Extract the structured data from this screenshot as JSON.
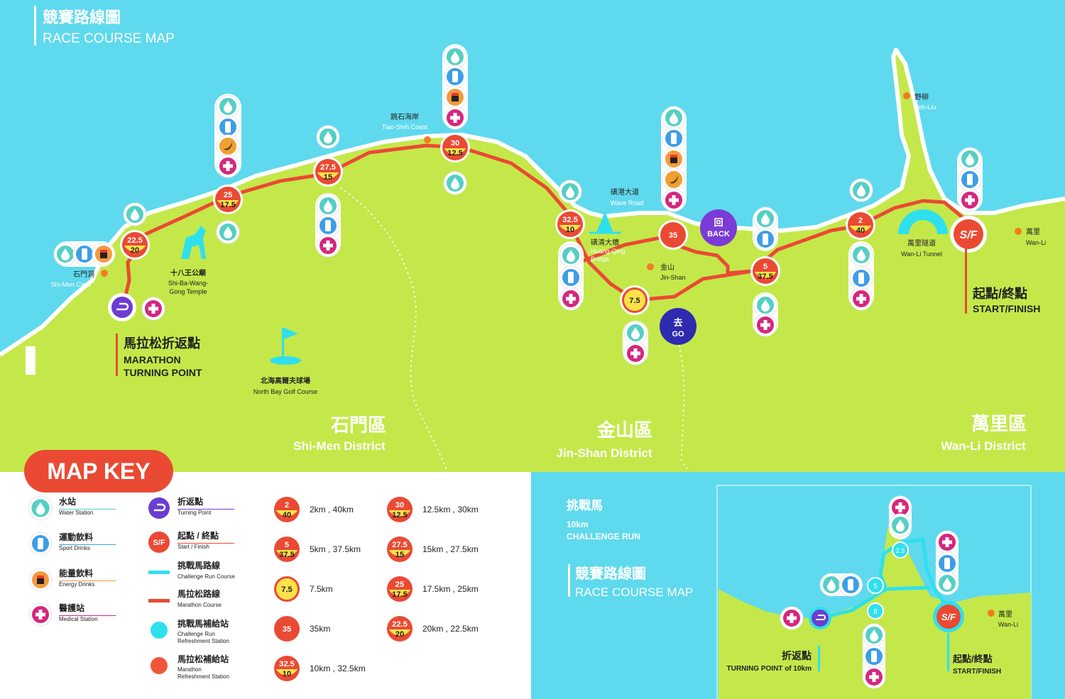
{
  "header": {
    "title_zh": "競賽路線圖",
    "title_en": "RACE COURSE MAP"
  },
  "colors": {
    "sea": "#5fd9ee",
    "land": "#c4e84a",
    "marathon": "#ea4a33",
    "challenge": "#2ee0ee",
    "water": "#55cfc4",
    "sport": "#3d9ee8",
    "medical": "#d6267e",
    "turn": "#6b3dd1",
    "go": "#2e2bb0",
    "back": "#7a3bd6"
  },
  "places": {
    "shimen_cave": {
      "zh": "石門洞",
      "en": "Shi-Men Cave"
    },
    "temple": {
      "zh": "十八王公廟",
      "en1": "Shi-Ba-Wang-",
      "en2": "Gong Temple"
    },
    "golf": {
      "zh": "北海高爾夫球場",
      "en": "North Bay Golf Course"
    },
    "tiaoshih": {
      "zh": "跳石海岸",
      "en": "Tiao-Shih Coast"
    },
    "wave_road": {
      "zh": "磺港大道",
      "en": "Wave Road"
    },
    "bridge": {
      "zh": "磺清大橋",
      "en1": "Huang-Qing",
      "en2": "Bridge"
    },
    "jinshan": {
      "zh": "金山",
      "en": "Jin-Shan"
    },
    "yehliu": {
      "zh": "野柳",
      "en": "Yeh-Liu"
    },
    "tunnel": {
      "zh": "萬里隧道",
      "en": "Wan-Li Tunnel"
    },
    "wanli": {
      "zh": "萬里",
      "en": "Wan-Li"
    }
  },
  "districts": {
    "shimen": {
      "zh": "石門區",
      "en": "Shi-Men District"
    },
    "jinshan": {
      "zh": "金山區",
      "en": "Jin-Shan District"
    },
    "wanli": {
      "zh": "萬里區",
      "en": "Wan-Li District"
    }
  },
  "labels": {
    "turning_zh": "馬拉松折返點",
    "turning_en1": "MARATHON",
    "turning_en2": "TURNING POINT",
    "start_zh": "起點/終點",
    "start_en": "START/FINISH",
    "go_zh": "去",
    "go_en": "GO",
    "back_zh": "回",
    "back_en": "BACK"
  },
  "km_markers": [
    {
      "top": "22.5",
      "bottom": "20"
    },
    {
      "top": "25",
      "bottom": "17.5"
    },
    {
      "top": "27.5",
      "bottom": "15"
    },
    {
      "top": "30",
      "bottom": "12.5"
    },
    {
      "top": "32.5",
      "bottom": "10"
    },
    {
      "top": "35",
      "bottom": ""
    },
    {
      "top": "7.5",
      "bottom": ""
    },
    {
      "top": "5",
      "bottom": "37.5"
    },
    {
      "top": "2",
      "bottom": "40"
    },
    {
      "start": "S/F"
    }
  ],
  "map_key": {
    "title": "MAP KEY",
    "items": [
      {
        "zh": "水站",
        "en": "Water Station",
        "icon": "water-drop"
      },
      {
        "zh": "運動飲料",
        "en": "Sport Drinks",
        "icon": "bottle"
      },
      {
        "zh": "能量飲料",
        "en": "Energy Drinks",
        "icon": "energy-gel"
      },
      {
        "zh": "醫護站",
        "en": "Medical Station",
        "icon": "medical-cross"
      },
      {
        "zh": "折返點",
        "en": "Turning Point",
        "icon": "turn-arrow"
      },
      {
        "zh": "起點 / 終點",
        "en": "Start / Finish",
        "icon": "start-finish",
        "badge": "S/F"
      },
      {
        "zh": "挑戰馬路線",
        "en": "Challenge Run Course",
        "icon": "cyan-line"
      },
      {
        "zh": "馬拉松路線",
        "en": "Marathon  Course",
        "icon": "red-line"
      },
      {
        "zh": "挑戰馬補給站",
        "en1": "Challenge Run",
        "en2": "Refreshment Station",
        "icon": "cyan-dot"
      },
      {
        "zh": "馬拉松補給站",
        "en1": "Marathon",
        "en2": "Refreshment Station",
        "icon": "red-dot"
      }
    ],
    "km": [
      {
        "top": "2",
        "bottom": "40",
        "text": "2km , 40km"
      },
      {
        "top": "5",
        "bottom": "37.5",
        "text": "5km , 37.5km"
      },
      {
        "top": "7.5",
        "bottom": "",
        "text": "7.5km"
      },
      {
        "top": "35",
        "bottom": "",
        "text": "35km"
      },
      {
        "top": "32.5",
        "bottom": "10",
        "text": "10km , 32.5km"
      },
      {
        "top": "30",
        "bottom": "12.5",
        "text": "12.5km , 30km"
      },
      {
        "top": "27.5",
        "bottom": "15",
        "text": "15km , 27.5km"
      },
      {
        "top": "25",
        "bottom": "17.5",
        "text": "17.5km , 25km"
      },
      {
        "top": "22.5",
        "bottom": "20",
        "text": "20km , 22.5km"
      }
    ]
  },
  "challenge": {
    "title_zh": "挑戰馬",
    "title_en1": "10km",
    "title_en2": "CHALLENGE RUN",
    "map_zh": "競賽路線圖",
    "map_en": "RACE COURSE MAP",
    "km": [
      "2.5",
      "5",
      "8"
    ],
    "turn_zh": "折返點",
    "turn_en": "TURNING POINT of 10km",
    "start_zh": "起點/終點",
    "start_en": "START/FINISH",
    "sf": "S/F",
    "wanli_zh": "萬里",
    "wanli_en": "Wan-Li"
  }
}
